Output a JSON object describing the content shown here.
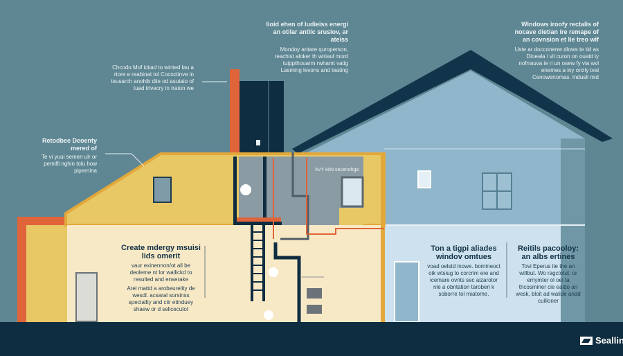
{
  "callouts": {
    "top_center": {
      "heading": "lioid ehen of ludieiss energi an otilar antlic sruslov, ar ateiss",
      "body": "Mondoy antare quroperson, reachist aloker th wiriaul mord tuippthouarm rwhamt vatig Lasming levons and teating"
    },
    "top_right": {
      "heading": "Windows iroofy rectalis of nocave dietian ire remape of an covnsion et lie treo wif",
      "body": "Uste ar docconenw dlows te tid as Dioeala i vil curon on ouatd iy nofrrauva ie ri un osew fy via wvl enemes a iny orcily tval Cenowenomas. Indusli mid"
    },
    "left_upper": {
      "body": "Chcodo Mof ickad to winted lau a rtore e reabinat tol Cococtinve in teusarch anohib diie od asutaio of tuad trivecry in Iraton we"
    },
    "left_mid": {
      "heading": "Retodbee Deoenty mered of",
      "body": "Te vi yuui semen ulr or pemilfi nghin tolu how pipernina"
    },
    "attic_label": {
      "body": "IIVY HIN secenohga"
    },
    "lower_left": {
      "heading": "Create mdergy msuisi lids omerit",
      "body": "vaur exinennon/ot all be deoleme nt lor wallickd to resulted and enserake",
      "body2": "Arel mattd a arobeurelity de wesdl. acsaral sorsinss speciallty and ciir etinduey shaew or d selicecutot"
    },
    "lower_mid": {
      "heading": "Ton a tigpi aliades windov omtues",
      "body": "voad oelstd inowe. bomineoct oik wtsiug to corcrim ere and icemare ovnts sec aizarotor nle a obntation taroberi k soborre tol miatome."
    },
    "lower_right": {
      "heading": "Reitils pacooloy: an albs ertines",
      "body": "Tovi Eperus ite the an willbut. Wo ragctotut. or emymter ol oei ta thcosminer cie ealdo an wesk, bloit ad walide andd cuilloner"
    }
  },
  "brand": {
    "name": "Sealling",
    "icon": "sealing-logo-icon"
  },
  "colors": {
    "background": "#5f8793",
    "ground": "#0f2d40",
    "roof": "#12344a",
    "insulation": "#e8c765",
    "accent_orange": "#e0643a",
    "wall_cream": "#f8e9c6",
    "wall_blue": "#9fc2d5"
  }
}
